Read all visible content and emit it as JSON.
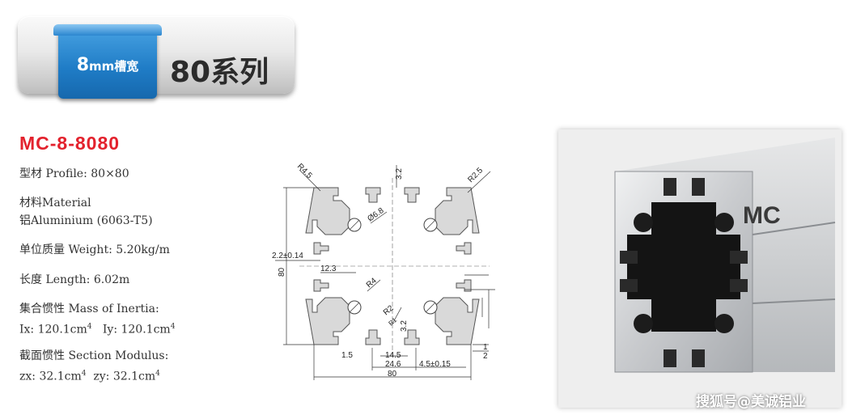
{
  "banner": {
    "slot_width": "8",
    "slot_unit": "mm槽宽",
    "series": "80系列"
  },
  "product": {
    "model": "MC-8-8080",
    "specs": {
      "profile": "型材 Profile: 80×80",
      "material_label": "材料Material",
      "material_value": "铝Aluminium (6063-T5)",
      "weight": "单位质量 Weight: 5.20kg/m",
      "length": "长度 Length: 6.02m",
      "inertia_label": "集合惯性 Mass of Inertia:",
      "inertia_ix": "Ix: 120.1cm",
      "inertia_iy": "Iy: 120.1cm",
      "inertia_exp": "4",
      "modulus_label": "截面惯性 Section Modulus:",
      "modulus_zx": "zx: 32.1cm",
      "modulus_zy": "zy: 32.1cm",
      "modulus_exp": "4"
    }
  },
  "drawing": {
    "dims": {
      "r45": "R4.5",
      "d32_top": "3.2",
      "r25": "R2.5",
      "phi68": "Ø6.8",
      "d22": "2.2±0.14",
      "d80_v": "80",
      "d123": "12.3",
      "r4": "R4",
      "r2": "R2",
      "r1": "R1",
      "d32_mid": "3.2",
      "d15": "1.5",
      "d145": "14.5",
      "d246": "24.6",
      "d80_h": "80",
      "d45": "4.5±0.15",
      "d1": "1",
      "d2": "2"
    }
  },
  "photo": {
    "brand": "MC",
    "colors": {
      "aluminium_light": "#e4e6e8",
      "aluminium_mid": "#b9bcc0",
      "core_dark": "#141414"
    }
  },
  "watermark": "搜狐号@美诚铝业",
  "colors": {
    "accent_red": "#e3222d",
    "tab_blue": "#1f7cc6"
  }
}
